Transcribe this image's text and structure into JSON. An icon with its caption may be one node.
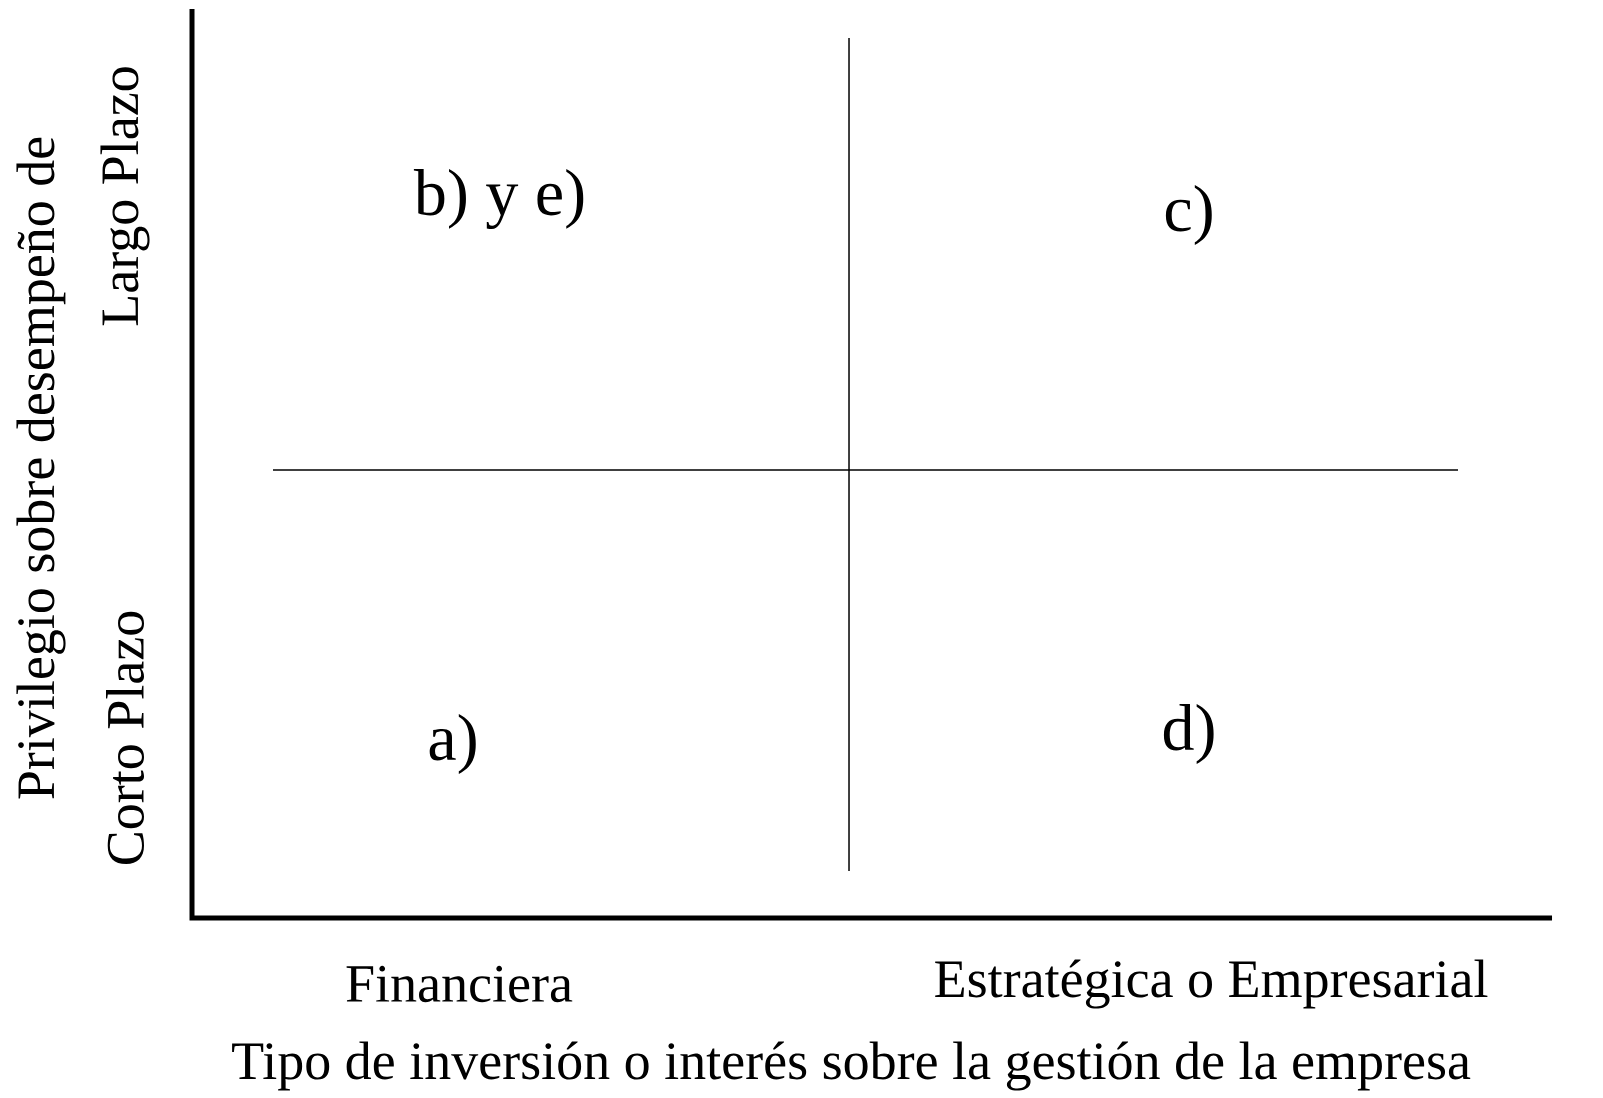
{
  "diagram": {
    "labels": [
      "Privilegio sobre desempeño de",
      "Largo Plazo",
      "Corto Plazo",
      "b) y e)",
      "c)",
      "a)",
      "d)",
      "Financiera",
      "Estratégica o Empresarial",
      "Tipo de inversión o interés sobre la gestión de la empresa"
    ]
  }
}
